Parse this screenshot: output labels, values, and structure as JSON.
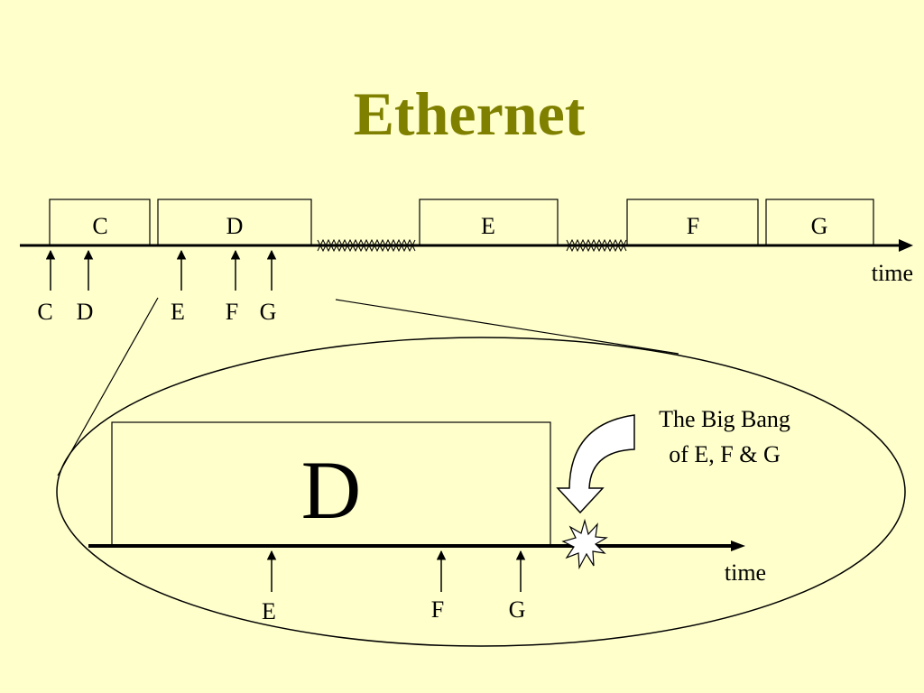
{
  "title": "Ethernet",
  "colors": {
    "background": "#ffffcc",
    "title": "#808000",
    "ink": "#000000"
  },
  "timeline": {
    "frames": [
      "C",
      "D",
      "E",
      "F",
      "G"
    ],
    "arrival_labels": [
      "C",
      "D",
      "E",
      "F",
      "G"
    ],
    "axis_label": "time"
  },
  "zoom": {
    "frame_label": "D",
    "arrival_labels": [
      "E",
      "F",
      "G"
    ],
    "axis_label": "time",
    "callout_line1": "The Big Bang",
    "callout_line2": "of E, F & G",
    "icons": [
      "curved-down-arrow-icon",
      "collision-starburst-icon"
    ]
  }
}
